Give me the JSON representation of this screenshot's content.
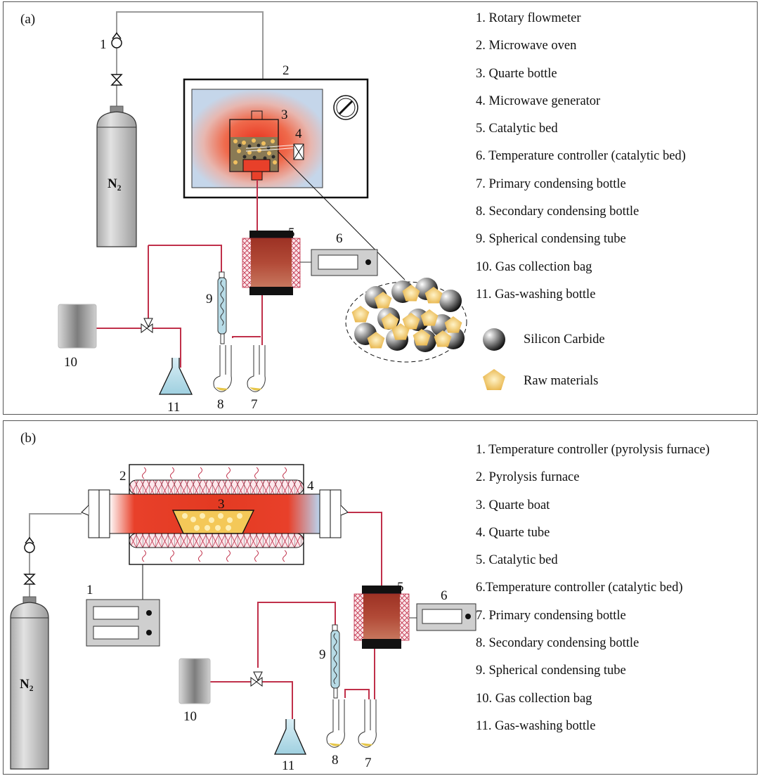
{
  "panel_a": {
    "tag": "(a)",
    "gas_label": "N₂",
    "component_numbers": [
      "1",
      "2",
      "3",
      "4",
      "5",
      "6",
      "7",
      "8",
      "9",
      "10",
      "11"
    ],
    "legend": [
      "1. Rotary flowmeter",
      "2. Microwave oven",
      "3. Quarte bottle",
      "4. Microwave generator",
      "5. Catalytic  bed",
      "6. Temperature controller (catalytic bed)",
      "7. Primary condensing bottle",
      "8. Secondary condensing bottle",
      "9. Spherical condensing tube",
      "10. Gas collection bag",
      "11. Gas-washing bottle"
    ],
    "materials": [
      {
        "label": "Silicon Carbide",
        "icon": "sphere-icon"
      },
      {
        "label": "Raw materials",
        "icon": "pentagon-icon"
      }
    ]
  },
  "panel_b": {
    "tag": "(b)",
    "gas_label": "N₂",
    "component_numbers": [
      "1",
      "2",
      "3",
      "4",
      "5",
      "6",
      "7",
      "8",
      "9",
      "10",
      "11"
    ],
    "legend": [
      "1. Temperature controller (pyrolysis furnace)",
      "2. Pyrolysis furnace",
      "3. Quarte boat",
      "4. Quarte tube",
      "5. Catalytic  bed",
      "6.Temperature controller (catalytic bed)",
      "7. Primary condensing bottle",
      "8. Secondary condensing bottle",
      "9. Spherical condensing tube",
      "10. Gas collection bag",
      "11. Gas-washing bottle"
    ]
  },
  "colors": {
    "gas_line": "#9a9a9a",
    "product_line": "#c0304a",
    "heat": "#e8402a",
    "cavity": "#c5d6ea",
    "cylinder": "#c9c9c9",
    "condenser": "#b7dbe6",
    "raw_material": "#f3c55a"
  }
}
